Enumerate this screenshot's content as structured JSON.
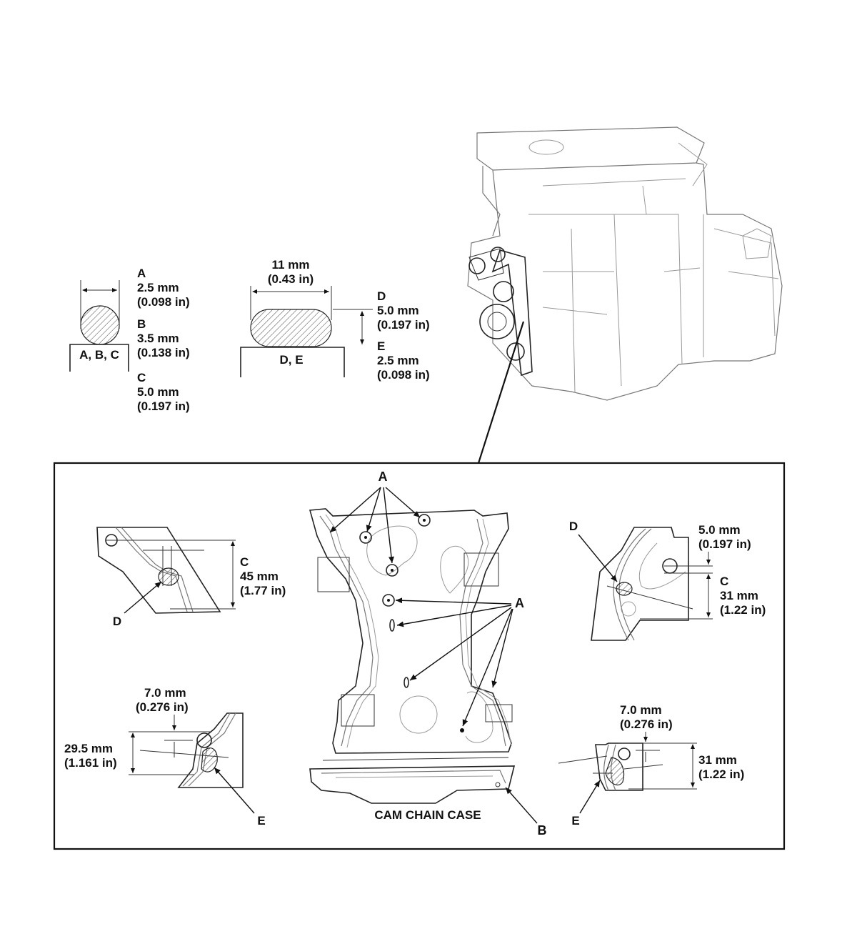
{
  "cross_sections": {
    "round": {
      "caption": "A, B, C",
      "spec_a": {
        "letter": "A",
        "mm": "2.5 mm",
        "inch": "(0.098 in)"
      },
      "spec_b": {
        "letter": "B",
        "mm": "3.5 mm",
        "inch": "(0.138 in)"
      },
      "spec_c": {
        "letter": "C",
        "mm": "5.0 mm",
        "inch": "(0.197 in)"
      }
    },
    "flat": {
      "caption": "D, E",
      "width_mm": "11 mm",
      "width_in": "(0.43 in)",
      "spec_d": {
        "letter": "D",
        "mm": "5.0 mm",
        "inch": "(0.197 in)"
      },
      "spec_e": {
        "letter": "E",
        "mm": "2.5 mm",
        "inch": "(0.098 in)"
      }
    }
  },
  "detail_box": {
    "case_caption": "CAM CHAIN CASE",
    "label_a_top": "A",
    "label_a_right": "A",
    "label_b": "B",
    "top_left_detail": {
      "bead": "D",
      "letter": "C",
      "mm": "45 mm",
      "inch": "(1.77 in)"
    },
    "top_right_detail": {
      "bead": "D",
      "offset_mm": "5.0 mm",
      "offset_in": "(0.197 in)",
      "letter": "C",
      "mm": "31 mm",
      "inch": "(1.22 in)"
    },
    "bottom_left_detail": {
      "bead": "E",
      "offset_mm": "7.0 mm",
      "offset_in": "(0.276 in)",
      "mm": "29.5 mm",
      "inch": "(1.161 in)"
    },
    "bottom_right_detail": {
      "bead": "E",
      "offset_mm": "7.0 mm",
      "offset_in": "(0.276 in)",
      "mm": "31 mm",
      "inch": "(1.22 in)"
    }
  }
}
